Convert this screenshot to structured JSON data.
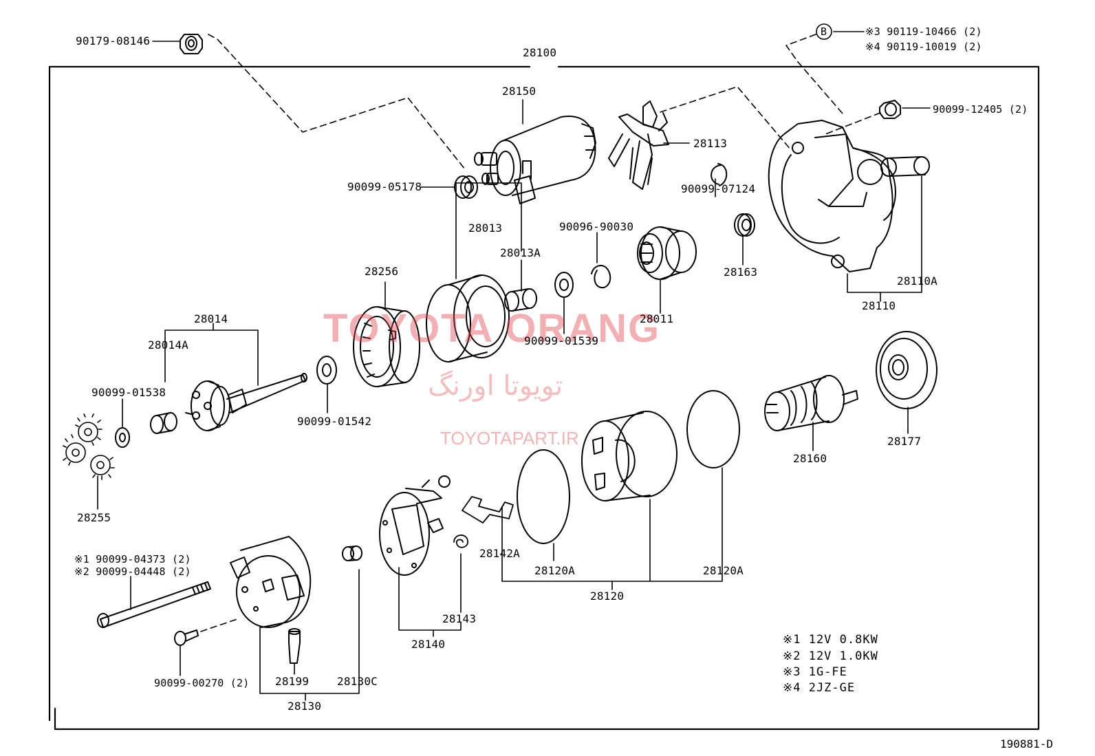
{
  "assembly_label": "28100",
  "parts": {
    "p90179_08146": "90179-08146",
    "p28150": "28150",
    "p90099_05178": "90099-05178",
    "p28113": "28113",
    "mark_b": "B",
    "p90119_10466": "※3 90119-10466 (2)",
    "p90119_10019": "※4 90119-10019 (2)",
    "p90099_12405": "90099-12405 (2)",
    "p90099_07124": "90099-07124",
    "p28163": "28163",
    "p28110A": "28110A",
    "p28110": "28110",
    "p28013": "28013",
    "p28013A": "28013A",
    "p90096_90030": "90096-90030",
    "p28011": "28011",
    "p28256": "28256",
    "p90099_01539": "90099-01539",
    "p28014": "28014",
    "p28014A": "28014A",
    "p90099_01538": "90099-01538",
    "p90099_01542": "90099-01542",
    "p28255": "28255",
    "p28177": "28177",
    "p28160": "28160",
    "p90099_04373": "※1 90099-04373 (2)",
    "p90099_04448": "※2 90099-04448 (2)",
    "p28142A": "28142A",
    "p28120A_left": "28120A",
    "p28120A_right": "28120A",
    "p28120": "28120",
    "p28143": "28143",
    "p28140": "28140",
    "p90099_00270": "90099-00270 (2)",
    "p28199": "28199",
    "p28130C": "28130C",
    "p28130": "28130"
  },
  "notes": [
    "※1 12V 0.8KW",
    "※2 12V 1.0KW",
    "※3 1G-FE",
    "※4 2JZ-GE"
  ],
  "watermark": {
    "brand": "TOYOTA ORANG",
    "persian": "تویوتا اورنگ",
    "site": "TOYOTAPART.IR"
  },
  "diagram_code": "190881-D",
  "colors": {
    "line": "#000000",
    "watermark": "#e0444c"
  }
}
